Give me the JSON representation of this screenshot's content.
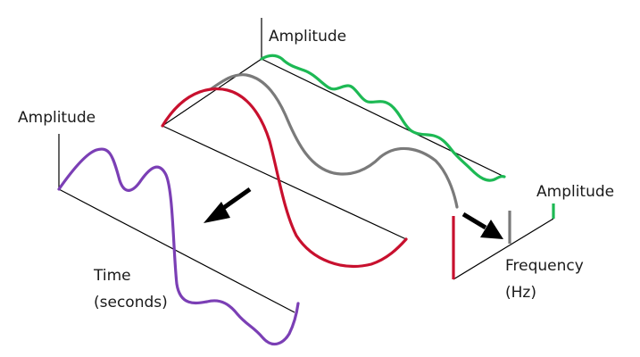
{
  "labels": {
    "amplitude_top": "Amplitude",
    "amplitude_left": "Amplitude",
    "amplitude_right": "Amplitude",
    "time_line1": "Time",
    "time_line2": "(seconds)",
    "frequency_line1": "Frequency",
    "frequency_line2": "(Hz)"
  },
  "colors": {
    "high_frequency_component": "#1db954",
    "mid_frequency_component": "#7a7a7a",
    "low_frequency_component": "#c8102e",
    "time_signal": "#7b3fb5",
    "axes": "#000000",
    "arrows": "#000000"
  }
}
